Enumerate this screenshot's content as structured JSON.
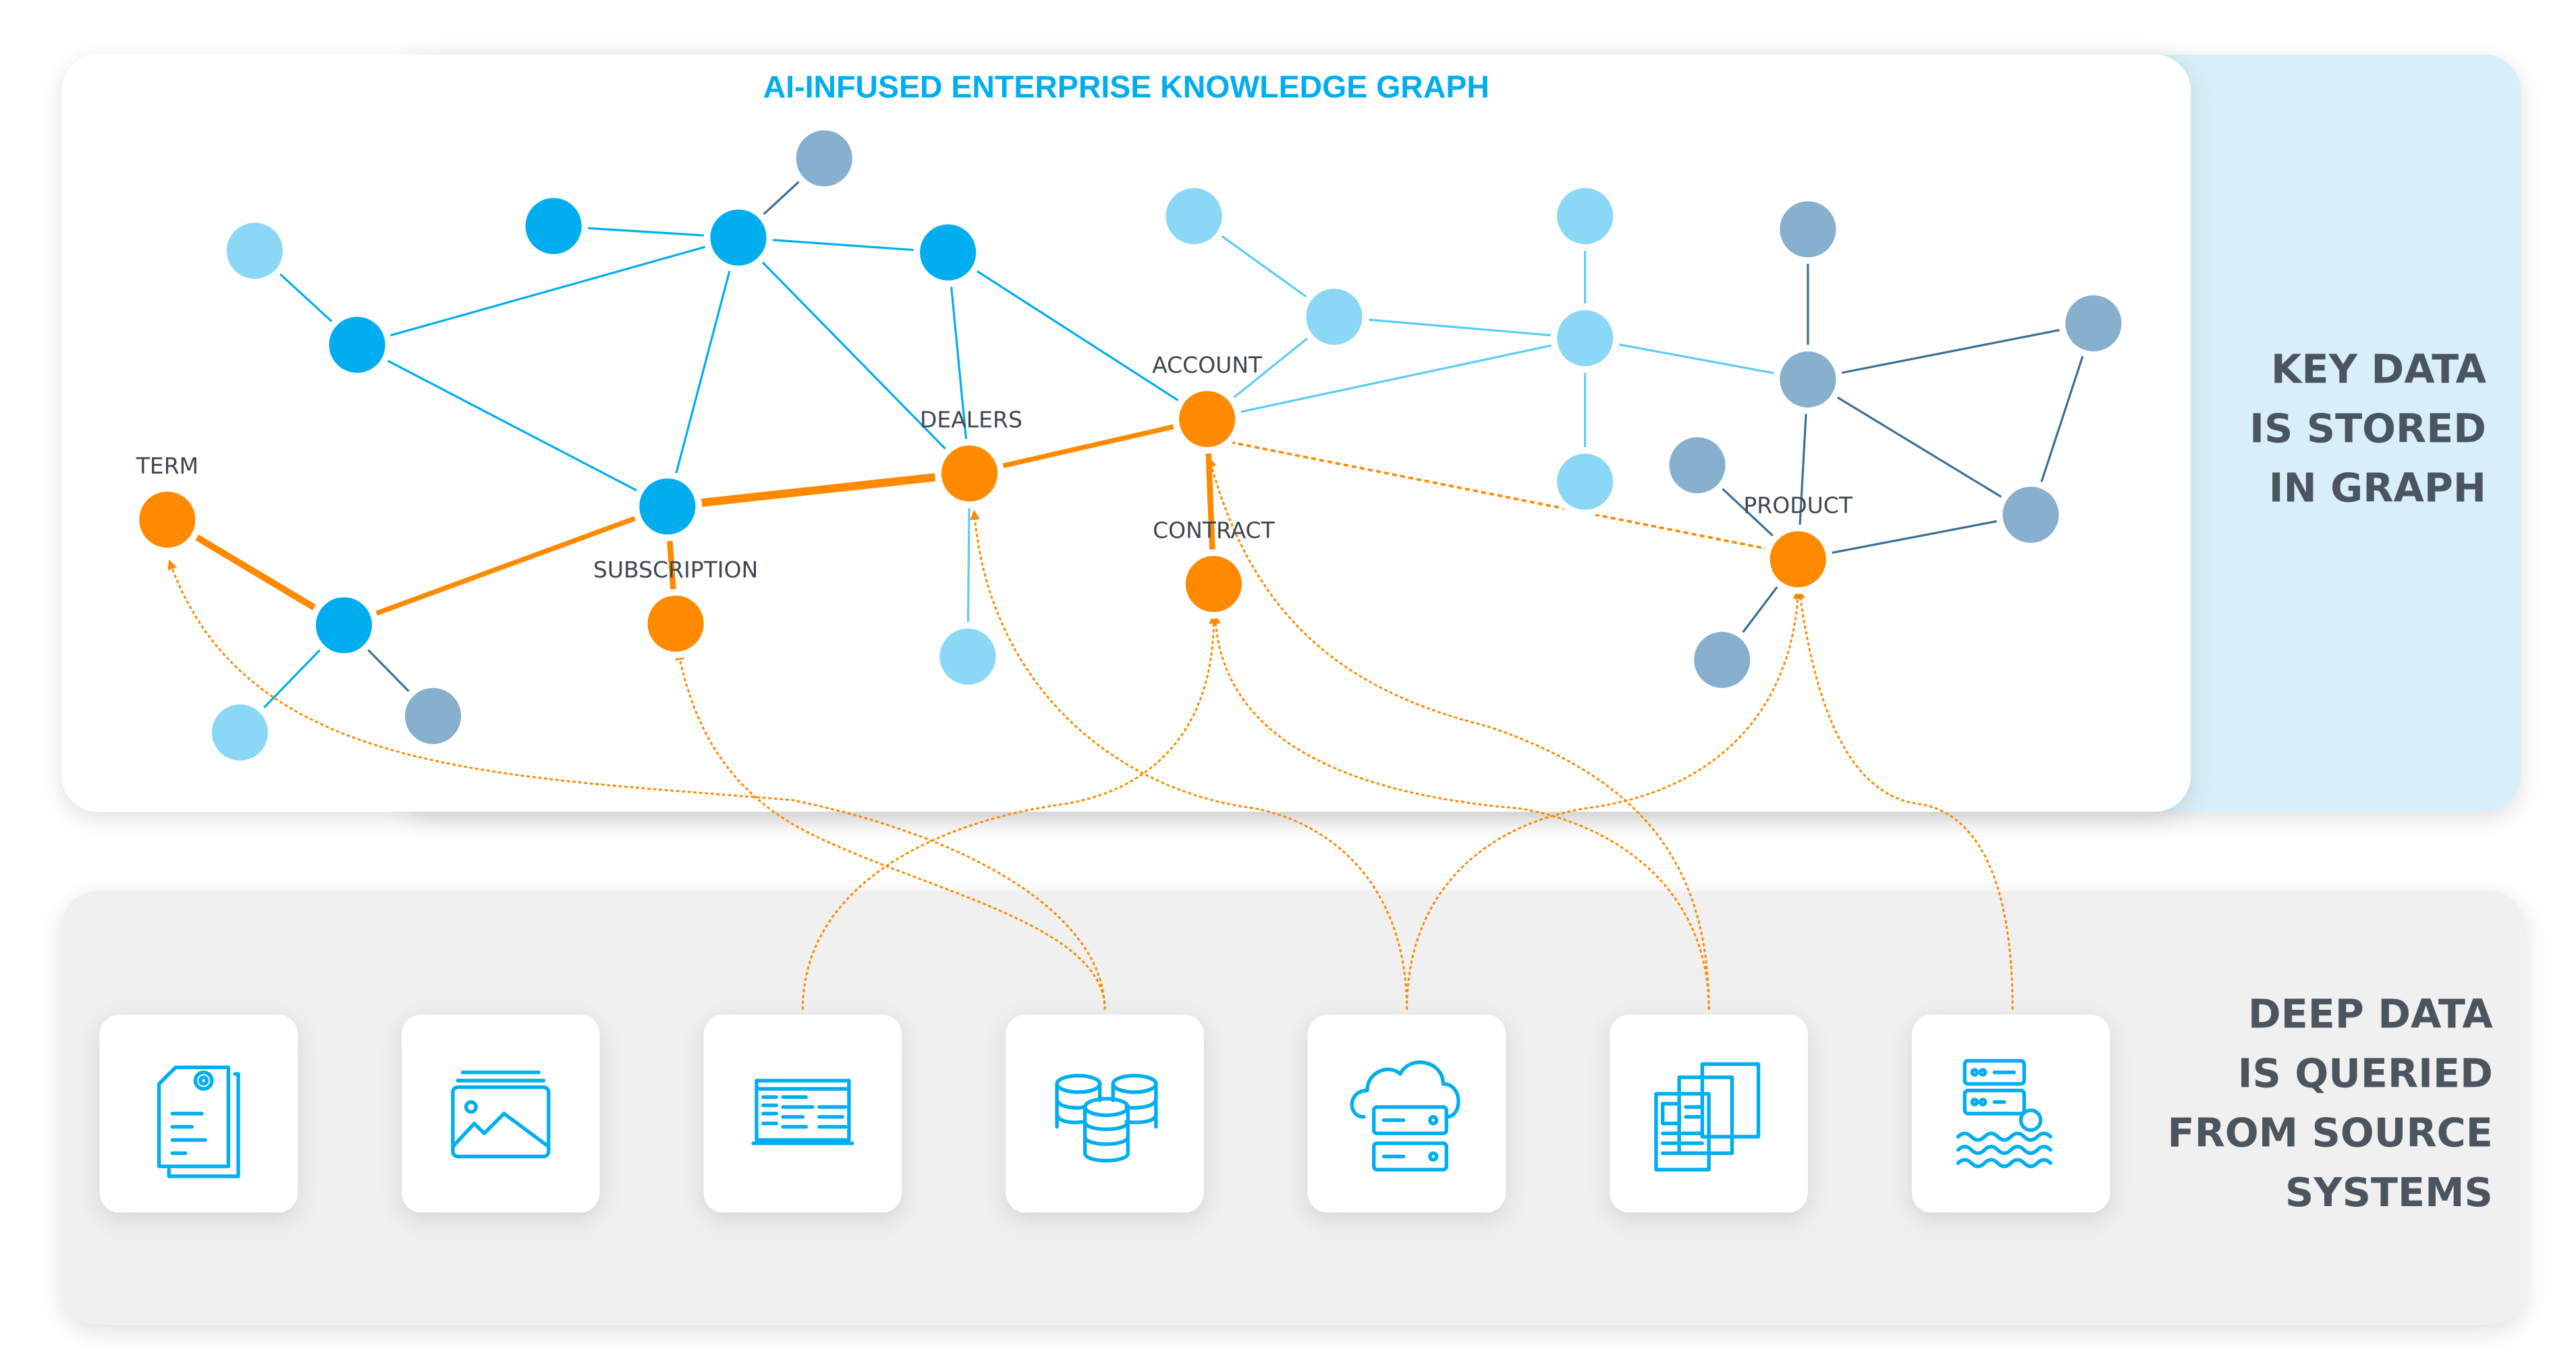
{
  "title": "AI-INFUSED ENTERPRISE KNOWLEDGE GRAPH",
  "colors": {
    "primary_blue": "#00AEEF",
    "light_blue": "#8AD8F5",
    "grey_blue": "#87B0CF",
    "orange": "#FF8A00",
    "text_dark": "#4B5560",
    "panel_blue": "#D8EFFA",
    "panel_grey": "#F0F0F0"
  },
  "entities": {
    "term": "TERM",
    "subscription": "SUBSCRIPTION",
    "dealers": "DEALERS",
    "account": "ACCOUNT",
    "contract": "CONTRACT",
    "product": "PRODUCT"
  },
  "graph_caption": [
    "KEY DATA",
    "IS STORED",
    "IN GRAPH"
  ],
  "source_caption": [
    "DEEP DATA",
    "IS QUERIED",
    "FROM SOURCE",
    "SYSTEMS"
  ],
  "sources": [
    {
      "icon": "document-settings-icon"
    },
    {
      "icon": "image-gallery-icon"
    },
    {
      "icon": "web-application-icon"
    },
    {
      "icon": "databases-icon"
    },
    {
      "icon": "cloud-server-icon"
    },
    {
      "icon": "documents-stack-icon"
    },
    {
      "icon": "data-lake-icon"
    }
  ]
}
